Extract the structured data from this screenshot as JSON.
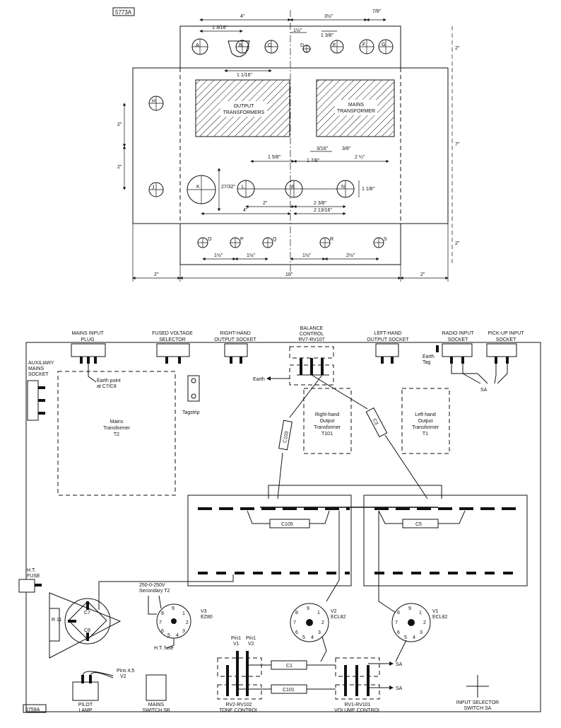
{
  "drawing_numbers": {
    "top": "5773A",
    "bottom": "5759A"
  },
  "chassis": {
    "dims": {
      "d4": "4\"",
      "d3half": "3½\"",
      "d7_8": "7/8\"",
      "d1_3_16": "1 3/16\"",
      "d1_1_16": "1 1/16\"",
      "d2top": "2\"",
      "d7": "7\"",
      "d2left_a": "2\"",
      "d2left_b": "2\"",
      "d27_32": "27/32\"",
      "d1_1_8": "1 1/8\"",
      "d1_5_8": "1 5/8\"",
      "d2_1_4": "2 ¼\"",
      "d2a": "2\"",
      "d2_3_8": "2 3/8\"",
      "d2_13_16": "2 13/16\"",
      "d4b": "4\"",
      "d1half_a": "1½\"",
      "d1half_b": "1½\"",
      "d1half_c": "1½\"",
      "d2half": "2½\"",
      "d10": "10\"",
      "d2bl": "2\"",
      "d2br": "2\"",
      "d2right": "2\"",
      "d1half_top": "1½\"",
      "d1_3_8": "1 3/8\"",
      "d3_8": "3/8\"",
      "d3_16": "3/16\"",
      "d1_7_8": "1 7/8\""
    },
    "holes": [
      "A",
      "B",
      "C",
      "D",
      "E",
      "F",
      "G",
      "H",
      "J",
      "K",
      "L",
      "M",
      "N",
      "O",
      "P",
      "Q",
      "R",
      "S"
    ],
    "regions": {
      "output_transformers": [
        "OUTPUT",
        "TRANSFORMERS"
      ],
      "mains_transformer": [
        "MAINS",
        "TRANSFORMER"
      ]
    }
  },
  "wiring": {
    "labels": {
      "mains_input": [
        "MAINS INPUT",
        "PLUG"
      ],
      "fused_selector": [
        "FUSED VOLTAGE",
        "SELECTOR"
      ],
      "rh_output_socket": [
        "RIGHT-HAND",
        "OUTPUT SOCKET"
      ],
      "balance": [
        "BALANCE",
        "CONTROL",
        "RV7-RV107"
      ],
      "lh_output_socket": [
        "LEFT-HAND",
        "OUTPUT SOCKET"
      ],
      "radio_input": [
        "RADIO INPUT",
        "SOCKET"
      ],
      "pickup_input": [
        "PICK-UP INPUT",
        "SOCKET"
      ],
      "aux_mains": [
        "AUXILIARY",
        "MAINS",
        "SOCKET"
      ],
      "earth_point": [
        "Earth point",
        "at C7/C8"
      ],
      "earth": "Earth",
      "earth_tag": [
        "Earth",
        "Tag"
      ],
      "sa": "SA",
      "mains_transformer": [
        "Mains",
        "Transformer",
        "T2"
      ],
      "tagstrip": "Tagstrip",
      "rh_output_tx": [
        "Right-hand",
        "Output",
        "Transformer",
        "T101"
      ],
      "lh_output_tx": [
        "Left-hand",
        "Output",
        "Transformer",
        "T1"
      ],
      "c103": "C103",
      "c3": "C3",
      "c105": "C105",
      "c5": "C5",
      "ht_fuse": [
        "H.T.",
        "FUSE"
      ],
      "secondary": [
        "250-0-250V",
        "Secondary T2"
      ],
      "v3": [
        "V3",
        "EZ80"
      ],
      "ht_fuse_small": "H.T. fuse",
      "v2": [
        "V2",
        "ECL82"
      ],
      "v1": [
        "V1",
        "ECL82"
      ],
      "r11": "R 11",
      "c7": "C7",
      "c8": "C8",
      "pin1_v1": [
        "Pin1",
        "V1"
      ],
      "pin1_v2": [
        "Pin1",
        "V2"
      ],
      "c1": "C1",
      "c101": "C101",
      "sa_right_1": "SA",
      "sa_right_2": "SA",
      "pins45": [
        "Pins 4,5",
        "V2"
      ],
      "pilot_lamp": [
        "PILOT",
        "LAMP"
      ],
      "mains_switch": [
        "MAINS",
        "SWITCH SB"
      ],
      "tone_control": [
        "RV2-RV102",
        "TONE CONTROL"
      ],
      "volume_control": [
        "RV1-RV101",
        "VOLUME CONTROL"
      ],
      "input_selector": [
        "INPUT SELECTOR",
        "SWITCH SA"
      ]
    },
    "valve_pins": {
      "v3": [
        "9",
        "1",
        "2",
        "3",
        "4",
        "5",
        "6",
        "7",
        "8"
      ],
      "v2": [
        "9",
        "1",
        "2",
        "3",
        "4",
        "5",
        "6",
        "7",
        "8"
      ],
      "v1": [
        "9",
        "1",
        "2",
        "3",
        "4",
        "5",
        "6",
        "7",
        "8"
      ]
    }
  }
}
